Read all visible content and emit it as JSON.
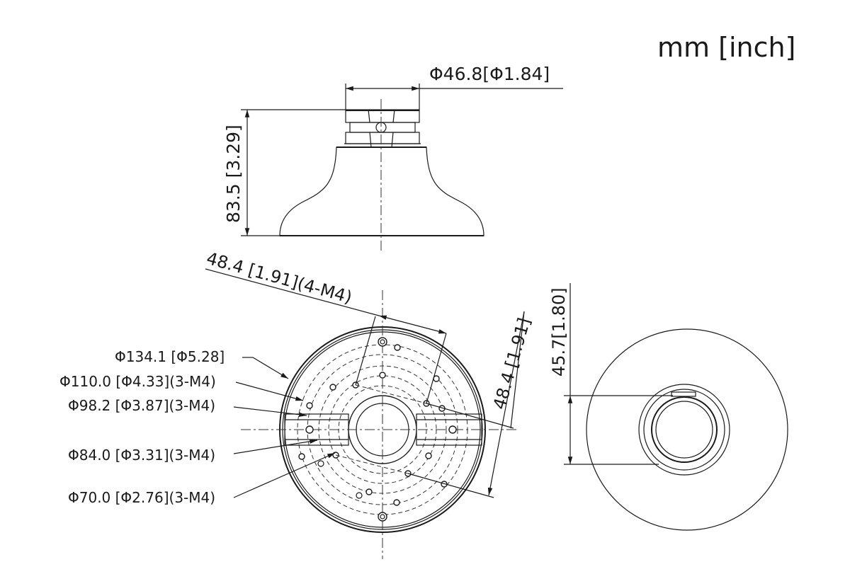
{
  "units_label": "mm [inch]",
  "side_view": {
    "width_dim": "Φ46.8[Φ1.84]",
    "height_dim": "83.5 [3.29]"
  },
  "bottom_view": {
    "spacing_dim": "48.4 [1.91](4-M4)",
    "spacing_dim_2": "48.4 [1.91]",
    "callouts": [
      "Φ134.1 [Φ5.28]",
      "Φ110.0 [Φ4.33](3-M4)",
      "Φ98.2 [Φ3.87](3-M4)",
      "Φ84.0 [Φ3.31](3-M4)",
      "Φ70.0 [Φ2.76](3-M4)"
    ]
  },
  "front_view": {
    "height_dim": "45.7[1.80]"
  }
}
